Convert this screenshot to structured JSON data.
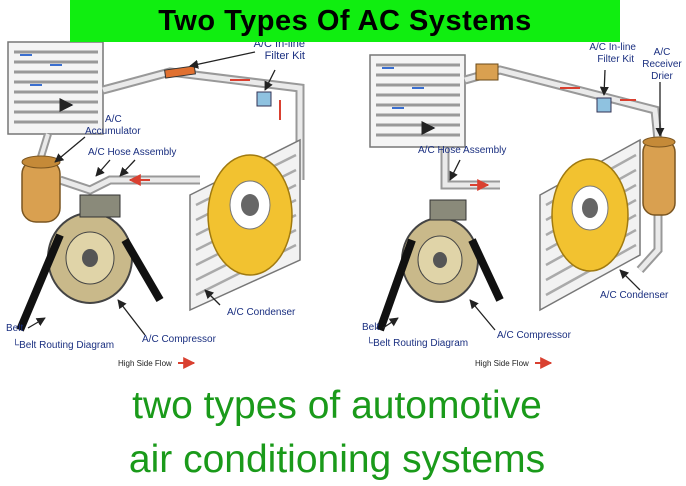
{
  "title": "Two Types Of AC Systems",
  "caption": {
    "line1": "two types of automotive",
    "line2": "air conditioning systems"
  },
  "left_diagram": {
    "filter_kit": "A/C In-line\nFilter Kit",
    "accumulator": "A/C\nAccumulator",
    "hose_assembly": "A/C Hose Assembly",
    "condenser": "A/C Condenser",
    "compressor": "A/C Compressor",
    "belt": "Belt",
    "belt_routing": "Belt Routing Diagram",
    "flow_legend": "High Side Flow"
  },
  "right_diagram": {
    "filter_kit": "A/C In-line\nFilter Kit",
    "receiver_drier": "A/C\nReceiver\nDrier",
    "hose_assembly": "A/C Hose Assembly",
    "condenser": "A/C Condenser",
    "compressor": "A/C Compressor",
    "belt": "Belt",
    "belt_routing": "Belt Routing Diagram",
    "flow_legend": "High Side Flow"
  },
  "colors": {
    "banner": "#10ee10",
    "caption": "#1a9a1a",
    "fan": "#f2c230",
    "canister": "#d9a050",
    "high_flow": "#d94030",
    "low_flow": "#3a6fd0"
  }
}
